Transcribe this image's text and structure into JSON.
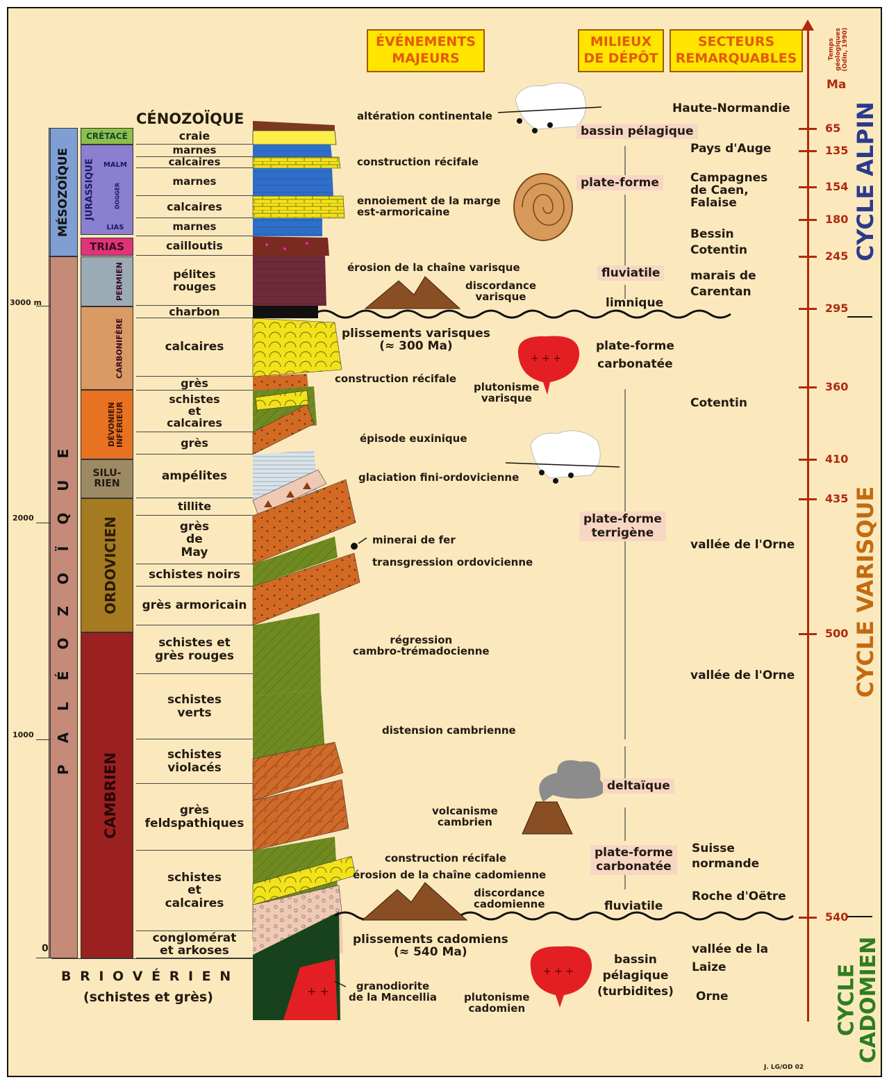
{
  "headers": {
    "evenements": [
      "ÉVÉNEMENTS",
      "MAJEURS"
    ],
    "milieux": [
      "MILIEUX",
      "DE DÉPÔT"
    ],
    "secteurs": [
      "SECTEURS",
      "REMARQUABLES"
    ],
    "temps": [
      "Temps",
      "géologiques",
      "(Odin, 1990)"
    ],
    "ma": "Ma"
  },
  "eras": {
    "cenozoique": "CÉNOZOÏQUE",
    "mesozoique": "MÉSOZOÏQUE",
    "paleozoique": "P A L É O Z O Ï Q U E",
    "briover_title": "B R I O V É R I E N",
    "briover_sub": "(schistes et grès)"
  },
  "systems": {
    "cretace": "CRÉTACÉ",
    "jurassique": "JURASSIQUE",
    "malm": "MALM",
    "dogger": "DOGGER",
    "lias": "LIAS",
    "trias": "TRIAS",
    "permien": "PERMIEN",
    "carbonifere": "CARBONIFÈRE",
    "devonien": "DÉVONIEN INFÉRIEUR",
    "silurien": "SILU-\nRIEN",
    "ordovicien": "ORDOVICIEN",
    "cambrien": "CAMBRIEN"
  },
  "lithologies": [
    "craie",
    "marnes",
    "calcaires",
    "marnes",
    "calcaires",
    "marnes",
    "cailloutis",
    "pélites\nrouges",
    "charbon",
    "calcaires",
    "grès",
    "schistes\net\ncalcaires",
    "grès",
    "ampélites",
    "tillite",
    "grès\nde\nMay",
    "schistes noirs",
    "grès armoricain",
    "schistes et\ngrès rouges",
    "schistes\nverts",
    "schistes\nviolacés",
    "grès\nfeldspathiques",
    "schistes\net\ncalcaires",
    "conglomérat\net arkoses"
  ],
  "scale": {
    "m3000": "3000 m",
    "m2000": "2000",
    "m1000": "1000",
    "m0": "0"
  },
  "events": {
    "alteration": "altération continentale",
    "recif1": "construction récifale",
    "ennoiement": "ennoiement de la marge\nest-armoricaine",
    "erosion_var": "érosion de la chaîne varisque",
    "discord_var": "discordance\nvarisque",
    "plissements_var": "plissements varisques\n(≈ 300 Ma)",
    "recif2": "construction récifale",
    "plutonisme_var": "plutonisme\nvarisque",
    "euxinique": "épisode euxinique",
    "glaciation": "glaciation fini-ordovicienne",
    "minerai": "minerai de fer",
    "transgression": "transgression ordovicienne",
    "regression": "régression\ncambro-trémadocienne",
    "distension": "distension cambrienne",
    "volcanisme": "volcanisme\ncambrien",
    "recif3": "construction récifale",
    "erosion_cad": "érosion de la chaîne cadomienne",
    "discord_cad": "discordance\ncadomienne",
    "plissements_cad": "plissements cadomiens\n(≈ 540 Ma)",
    "granodiorite": "granodiorite\nde la Mancellia",
    "plutonisme_cad": "plutonisme\ncadomien"
  },
  "milieux": {
    "bassin": "bassin pélagique",
    "plateforme": "plate-forme",
    "fluviatile1": "fluviatile",
    "limnique": "limnique",
    "pf_carb1": "plate-forme\ncarbonatée",
    "pf_terr": "plate-forme\nterrigène",
    "deltaique": "deltaïque",
    "pf_carb2": "plate-forme\ncarbonatée",
    "fluviatile2": "fluviatile",
    "bassin_turb": "bassin\npélagique\n(turbidites)"
  },
  "secteurs": {
    "hn": "Haute-Normandie",
    "pa": "Pays d'Auge",
    "cc": "Campagnes\nde Caen,\nFalaise",
    "bc": "Bessin\nCotentin",
    "mc": "marais de\nCarentan",
    "cot": "Cotentin",
    "vo1": "vallée de l'Orne",
    "vo2": "vallée de l'Orne",
    "sn": "Suisse\nnormande",
    "ro": "Roche d'Oëtre",
    "vl": "vallée de la\nLaize",
    "orne": "Orne"
  },
  "ages": [
    "65",
    "135",
    "154",
    "180",
    "245",
    "295",
    "360",
    "410",
    "435",
    "500",
    "540"
  ],
  "cycles": {
    "alpin": "CYCLE ALPIN",
    "varisque": "CYCLE VARISQUE",
    "cadomien": [
      "CYCLE",
      "CADOMIEN"
    ]
  },
  "credit": "J. LG/OD 02",
  "colors": {
    "background": "#fbe9bd",
    "heading": "#e35a08",
    "time_axis": "#b02810",
    "alpin": "#2b3a8c",
    "varisque": "#c36a10",
    "cadomien": "#2f7d21"
  }
}
